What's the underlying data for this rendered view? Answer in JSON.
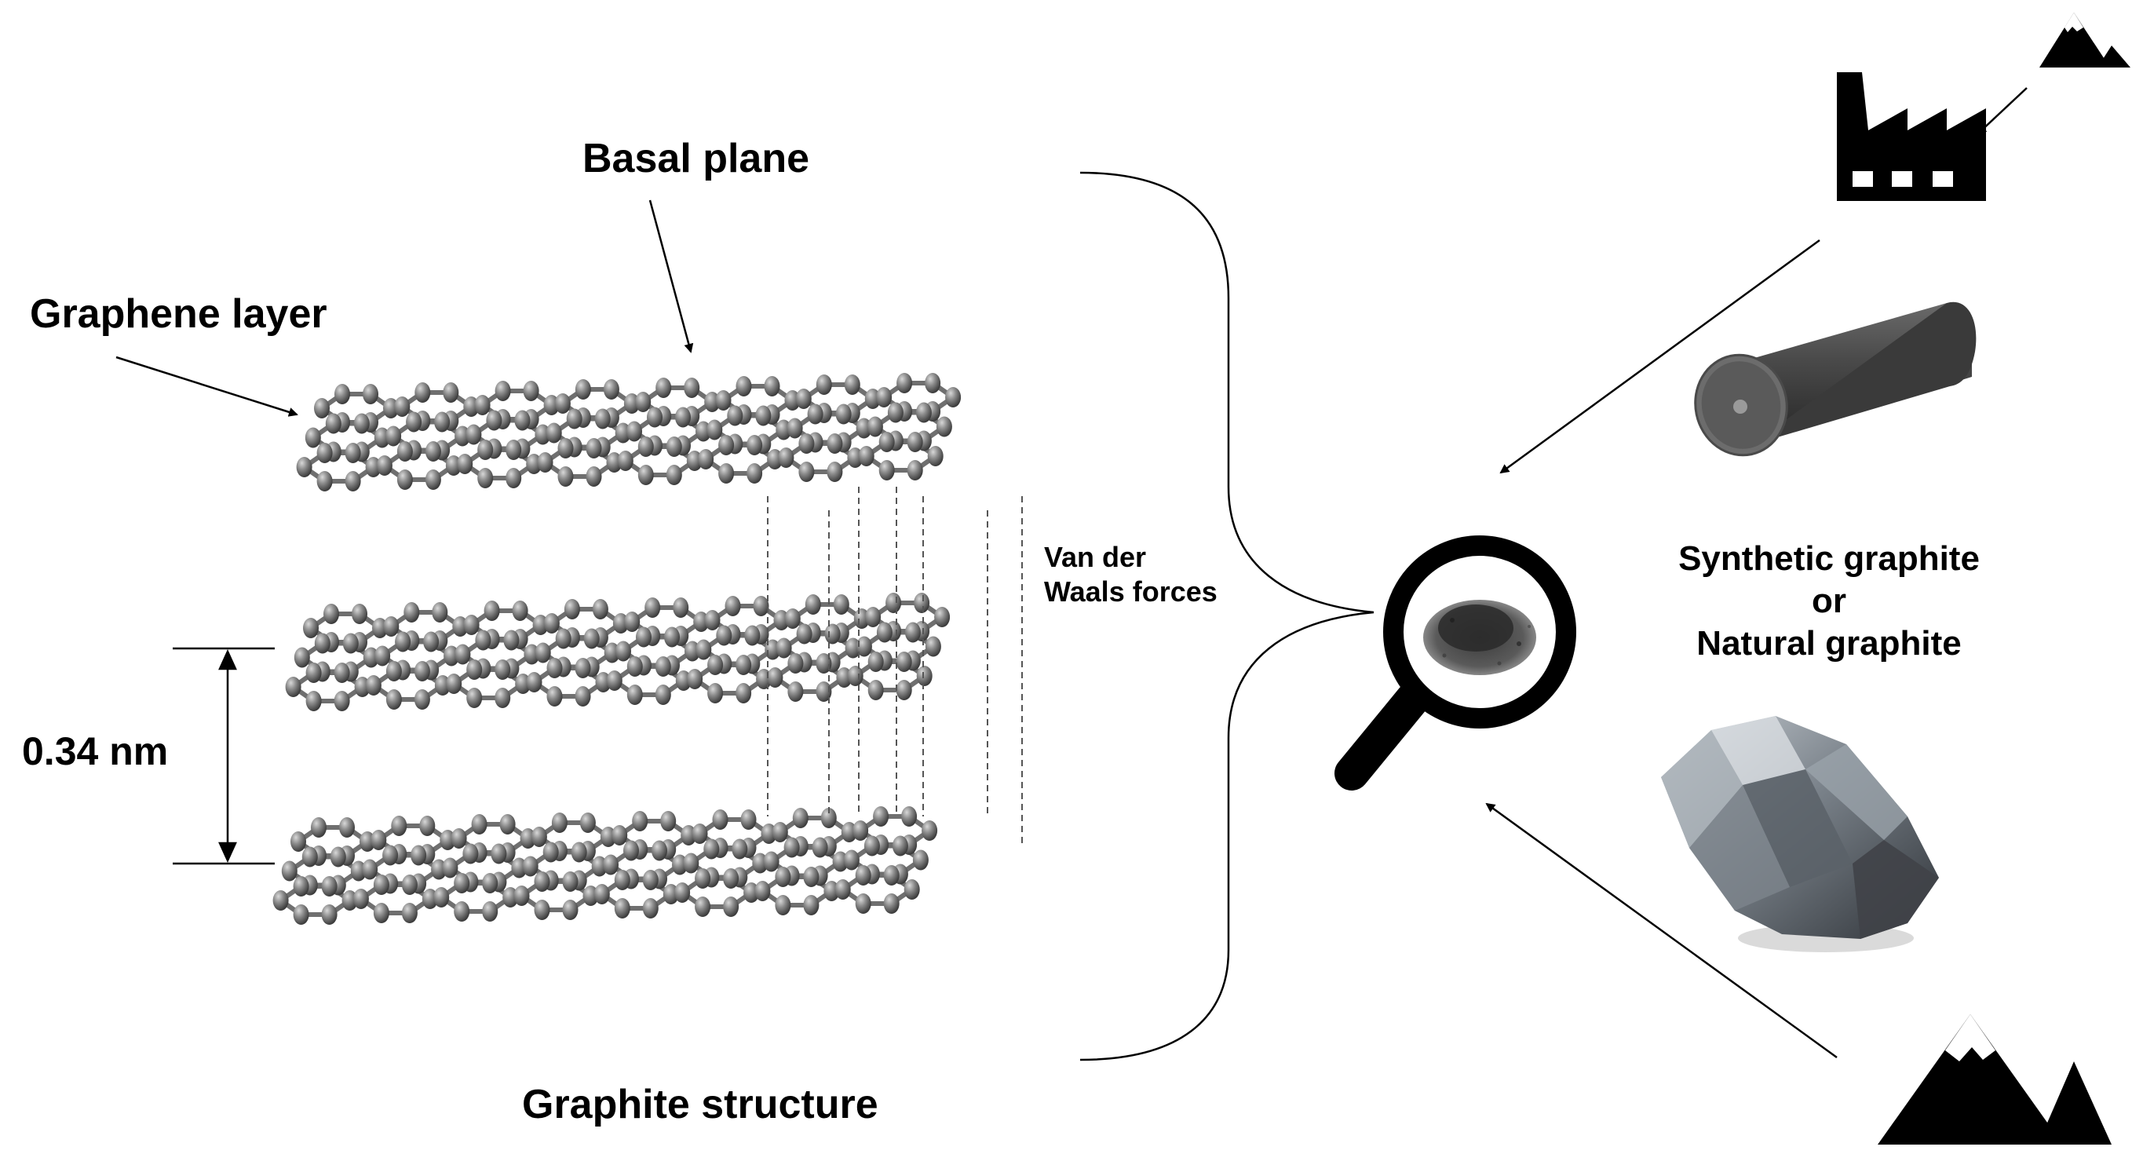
{
  "labels": {
    "basal_plane": "Basal plane",
    "graphene_layer": "Graphene layer",
    "interlayer_distance": "0.34 nm",
    "van_der_waals_line1": "Van der",
    "van_der_waals_line2": "Waals forces",
    "graphite_structure": "Graphite structure",
    "source_synthetic": "Synthetic graphite",
    "source_or": "or",
    "source_natural": "Natural graphite"
  },
  "icons": {
    "factory": "factory-icon",
    "mountain_small": "mountain-icon",
    "mountain_large": "mountain-icon",
    "magnifier": "magnifying-glass-icon"
  },
  "colors": {
    "atom": "#8a8a8a",
    "bond": "#6f6f6f",
    "ink": "#000000"
  }
}
